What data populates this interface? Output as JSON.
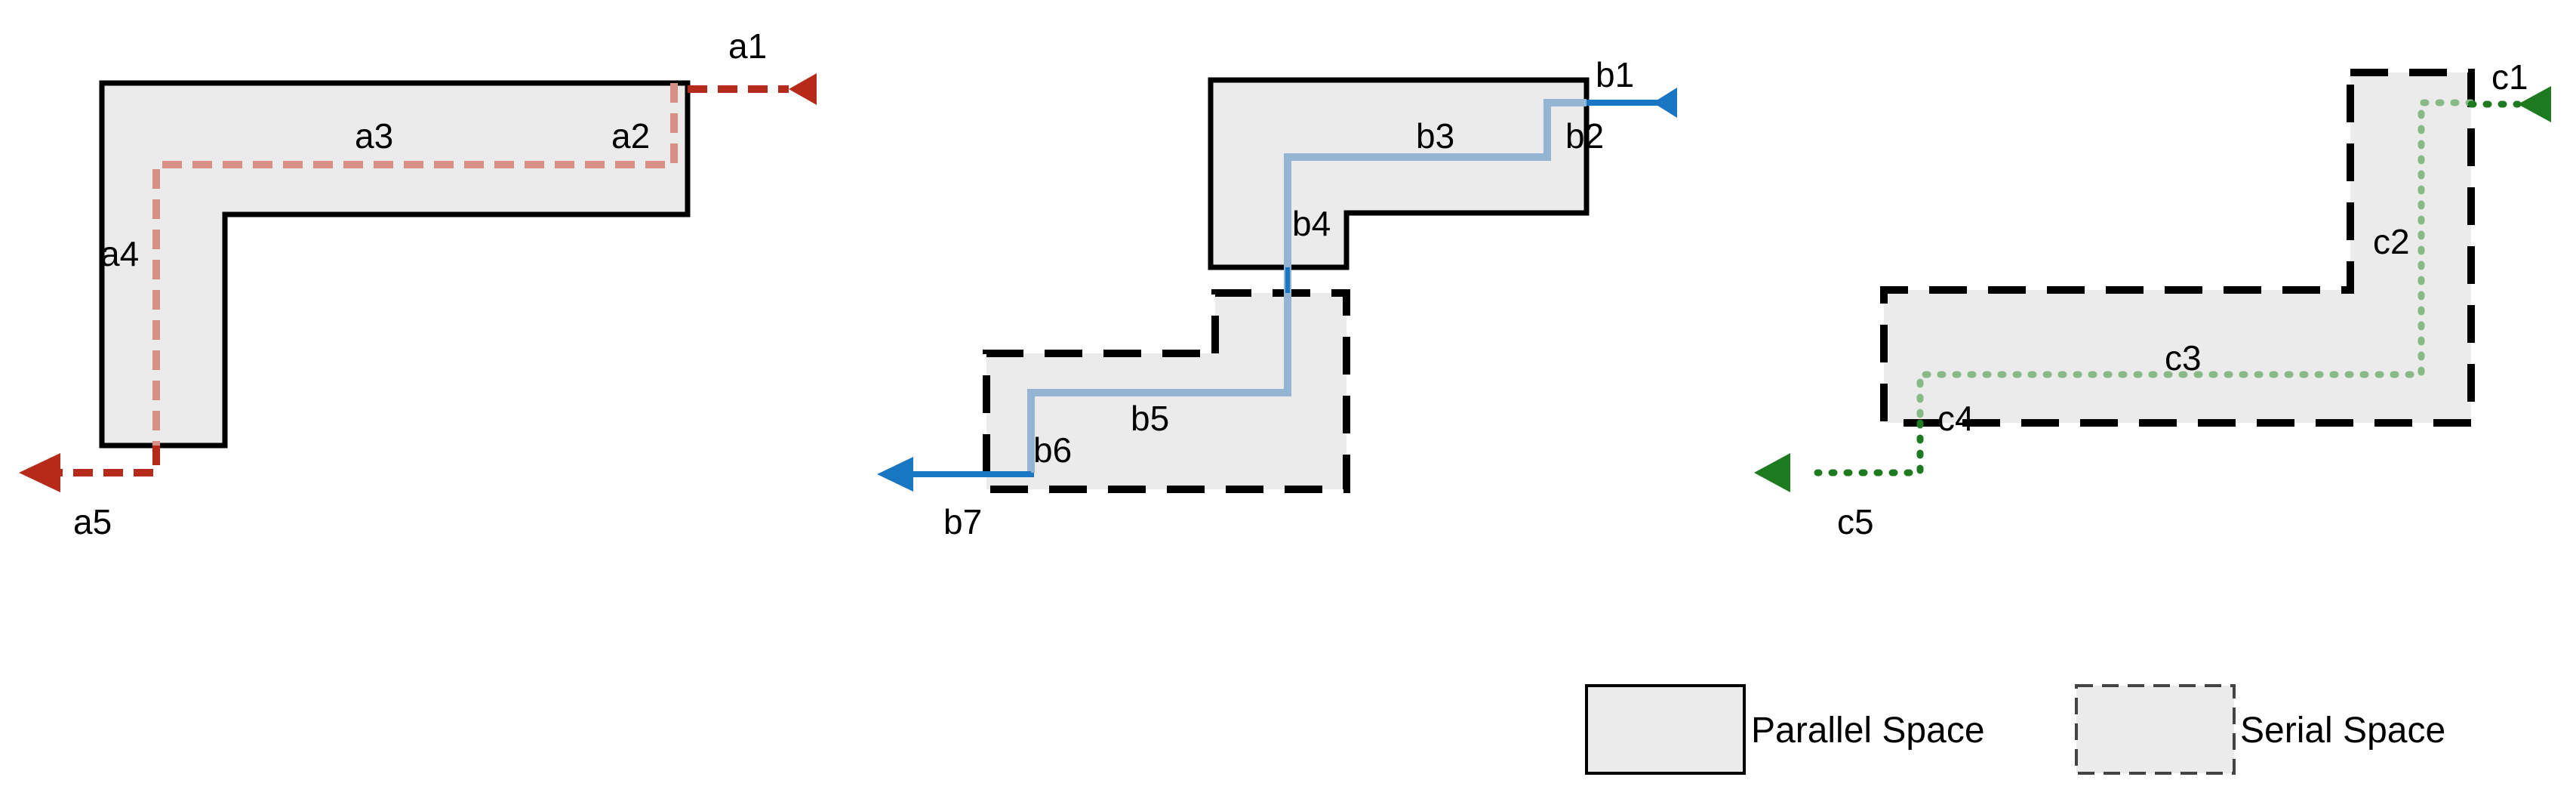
{
  "colors": {
    "space_fill": "#ebebeb",
    "outline": "#000000",
    "path_a_light": "#d88f86",
    "path_a_dark": "#b52a19",
    "path_b_light": "#93b4d3",
    "path_b_dark": "#1976c2",
    "path_c_light": "#87ba87",
    "path_c_dark": "#1e7a1e"
  },
  "diagrams": {
    "a": {
      "labels": {
        "a1": "a1",
        "a2": "a2",
        "a3": "a3",
        "a4": "a4",
        "a5": "a5"
      }
    },
    "b": {
      "labels": {
        "b1": "b1",
        "b2": "b2",
        "b3": "b3",
        "b4": "b4",
        "b5": "b5",
        "b6": "b6",
        "b7": "b7"
      }
    },
    "c": {
      "labels": {
        "c1": "c1",
        "c2": "c2",
        "c3": "c3",
        "c4": "c4",
        "c5": "c5"
      }
    }
  },
  "legend": {
    "parallel": "Parallel Space",
    "serial": "Serial Space"
  }
}
